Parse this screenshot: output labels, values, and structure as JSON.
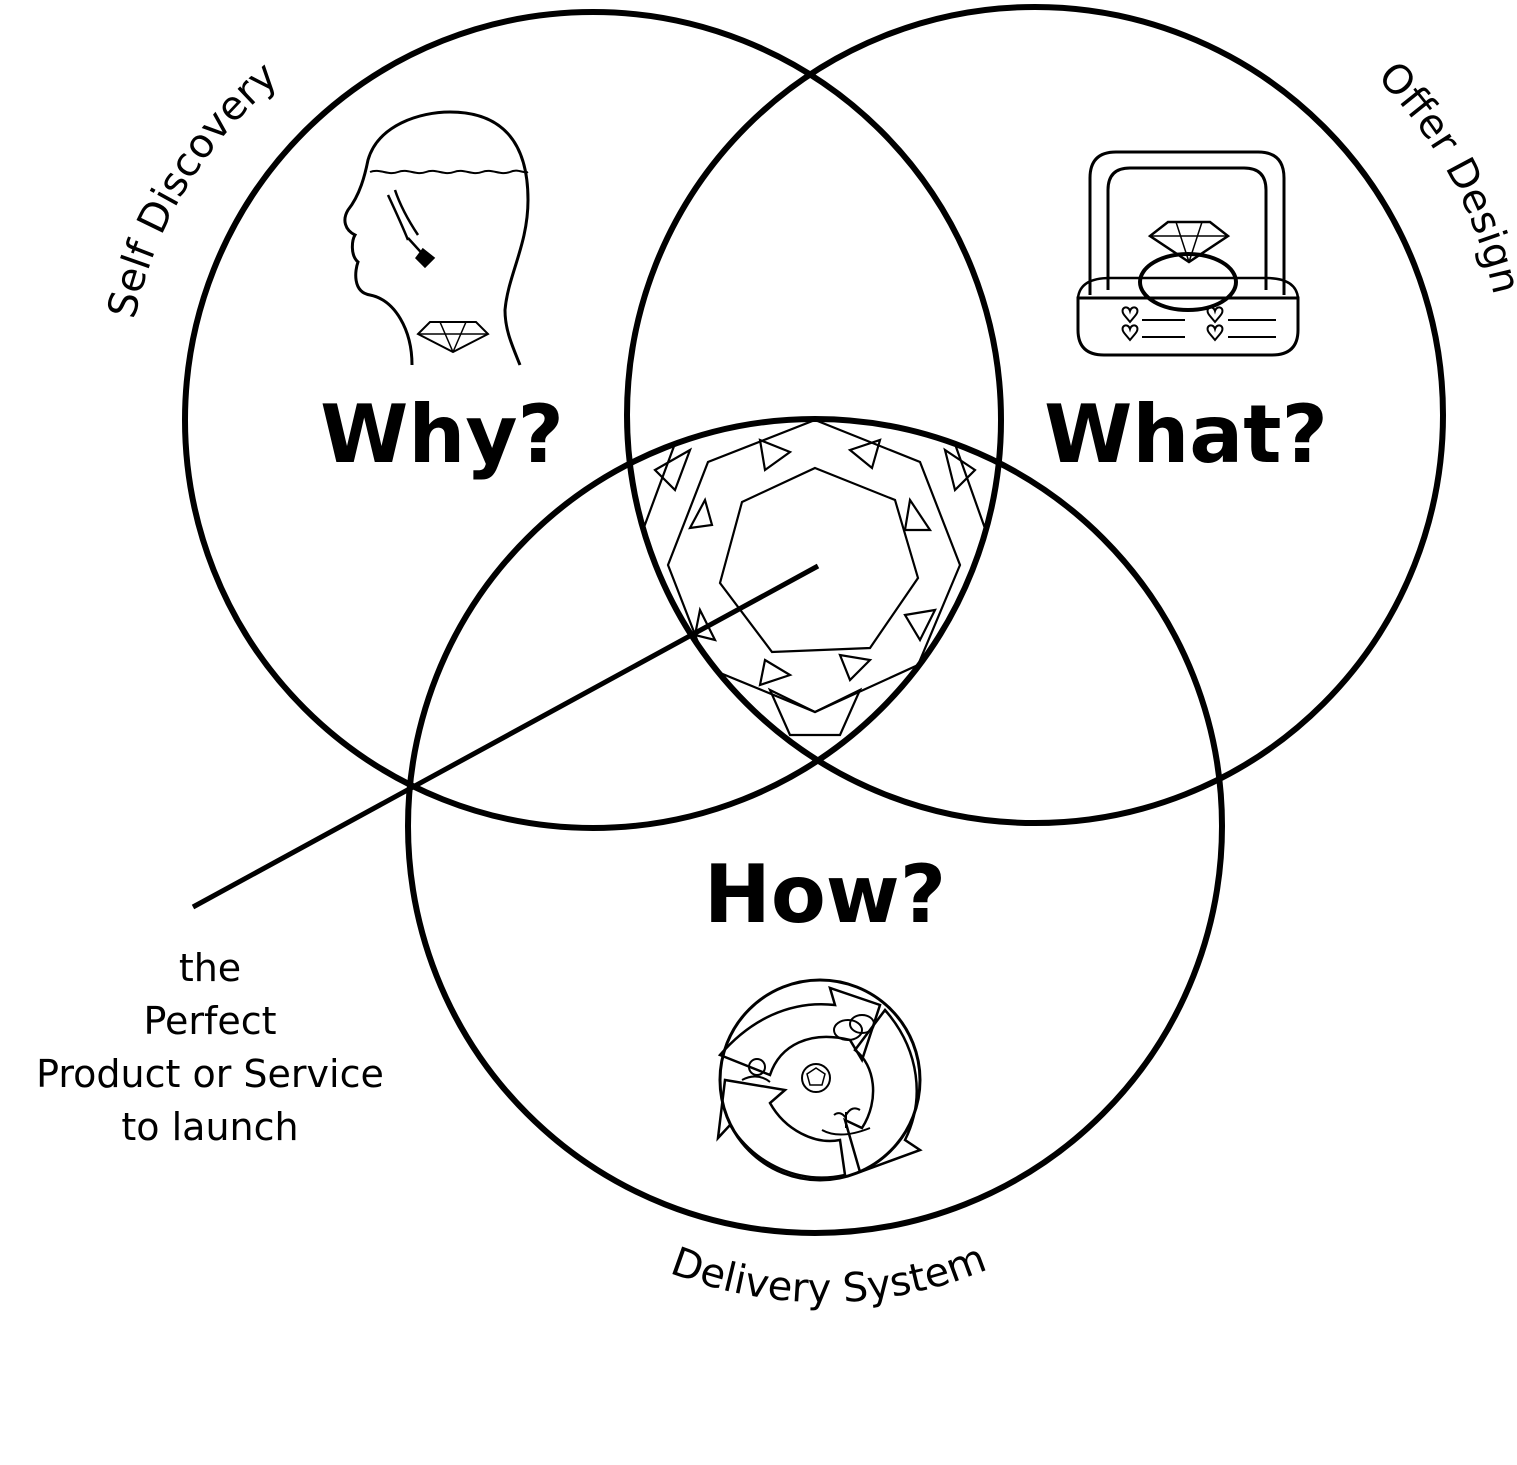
{
  "circles": {
    "why": {
      "question": "Why?",
      "label": "Self Discovery"
    },
    "what": {
      "question": "What?",
      "label": "Offer Design"
    },
    "how": {
      "question": "How?",
      "label": "Delivery System"
    }
  },
  "center": {
    "lines": [
      "the",
      "Perfect",
      "Product or Service",
      "to launch"
    ]
  },
  "icons": [
    "head-icon",
    "ring-box-icon",
    "cycle-arrows-icon",
    "diamond-pattern-icon"
  ],
  "colors": {
    "stroke": "#000000",
    "background": "#ffffff"
  }
}
